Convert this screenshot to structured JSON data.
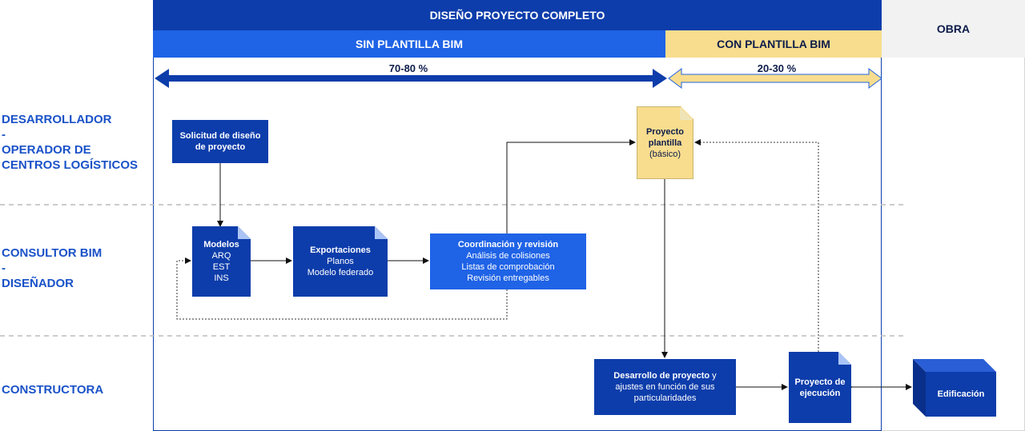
{
  "header": {
    "top_title": "DISEÑO PROYECTO COMPLETO",
    "sin_plantilla": "SIN PLANTILLA BIM",
    "con_plantilla": "CON PLANTILLA BIM",
    "obra": "OBRA",
    "pct_sin": "70-80 %",
    "pct_con": "20-30 %"
  },
  "lanes": {
    "desarrollador": [
      "DESARROLLADOR",
      "-",
      "OPERADOR DE",
      "CENTROS LOGÍSTICOS"
    ],
    "consultor": [
      "CONSULTOR BIM",
      "-",
      "DISEÑADOR"
    ],
    "constructora": [
      "CONSTRUCTORA"
    ]
  },
  "boxes": {
    "solicitud": {
      "title": "Solicitud de diseño de proyecto"
    },
    "plantilla": {
      "title": "Proyecto plantilla",
      "subtitle": "(básico)"
    },
    "modelos": {
      "title": "Modelos",
      "lines": [
        "ARQ",
        "EST",
        "INS"
      ]
    },
    "exportaciones": {
      "title": "Exportaciones",
      "lines": [
        "Planos",
        "Modelo federado"
      ]
    },
    "coordinacion": {
      "title": "Coordinación y revisión",
      "lines": [
        "Análisis de colisiones",
        "Listas de comprobación",
        "Revisión entregables"
      ]
    },
    "desarrollo": {
      "title": "Desarrollo de proyecto",
      "title_rest": " y",
      "lines": [
        "ajustes en función de sus",
        "particularidades"
      ]
    },
    "ejecucion": {
      "title": "Proyecto de ejecución"
    },
    "edificacion": {
      "title": "Edificación"
    }
  },
  "colors": {
    "dark_blue": "#0d3dab",
    "mid_blue": "#1f63e6",
    "yellow": "#f8dd8e",
    "lane_text": "#1a52c8",
    "obra_bg": "#f2f2f2"
  }
}
